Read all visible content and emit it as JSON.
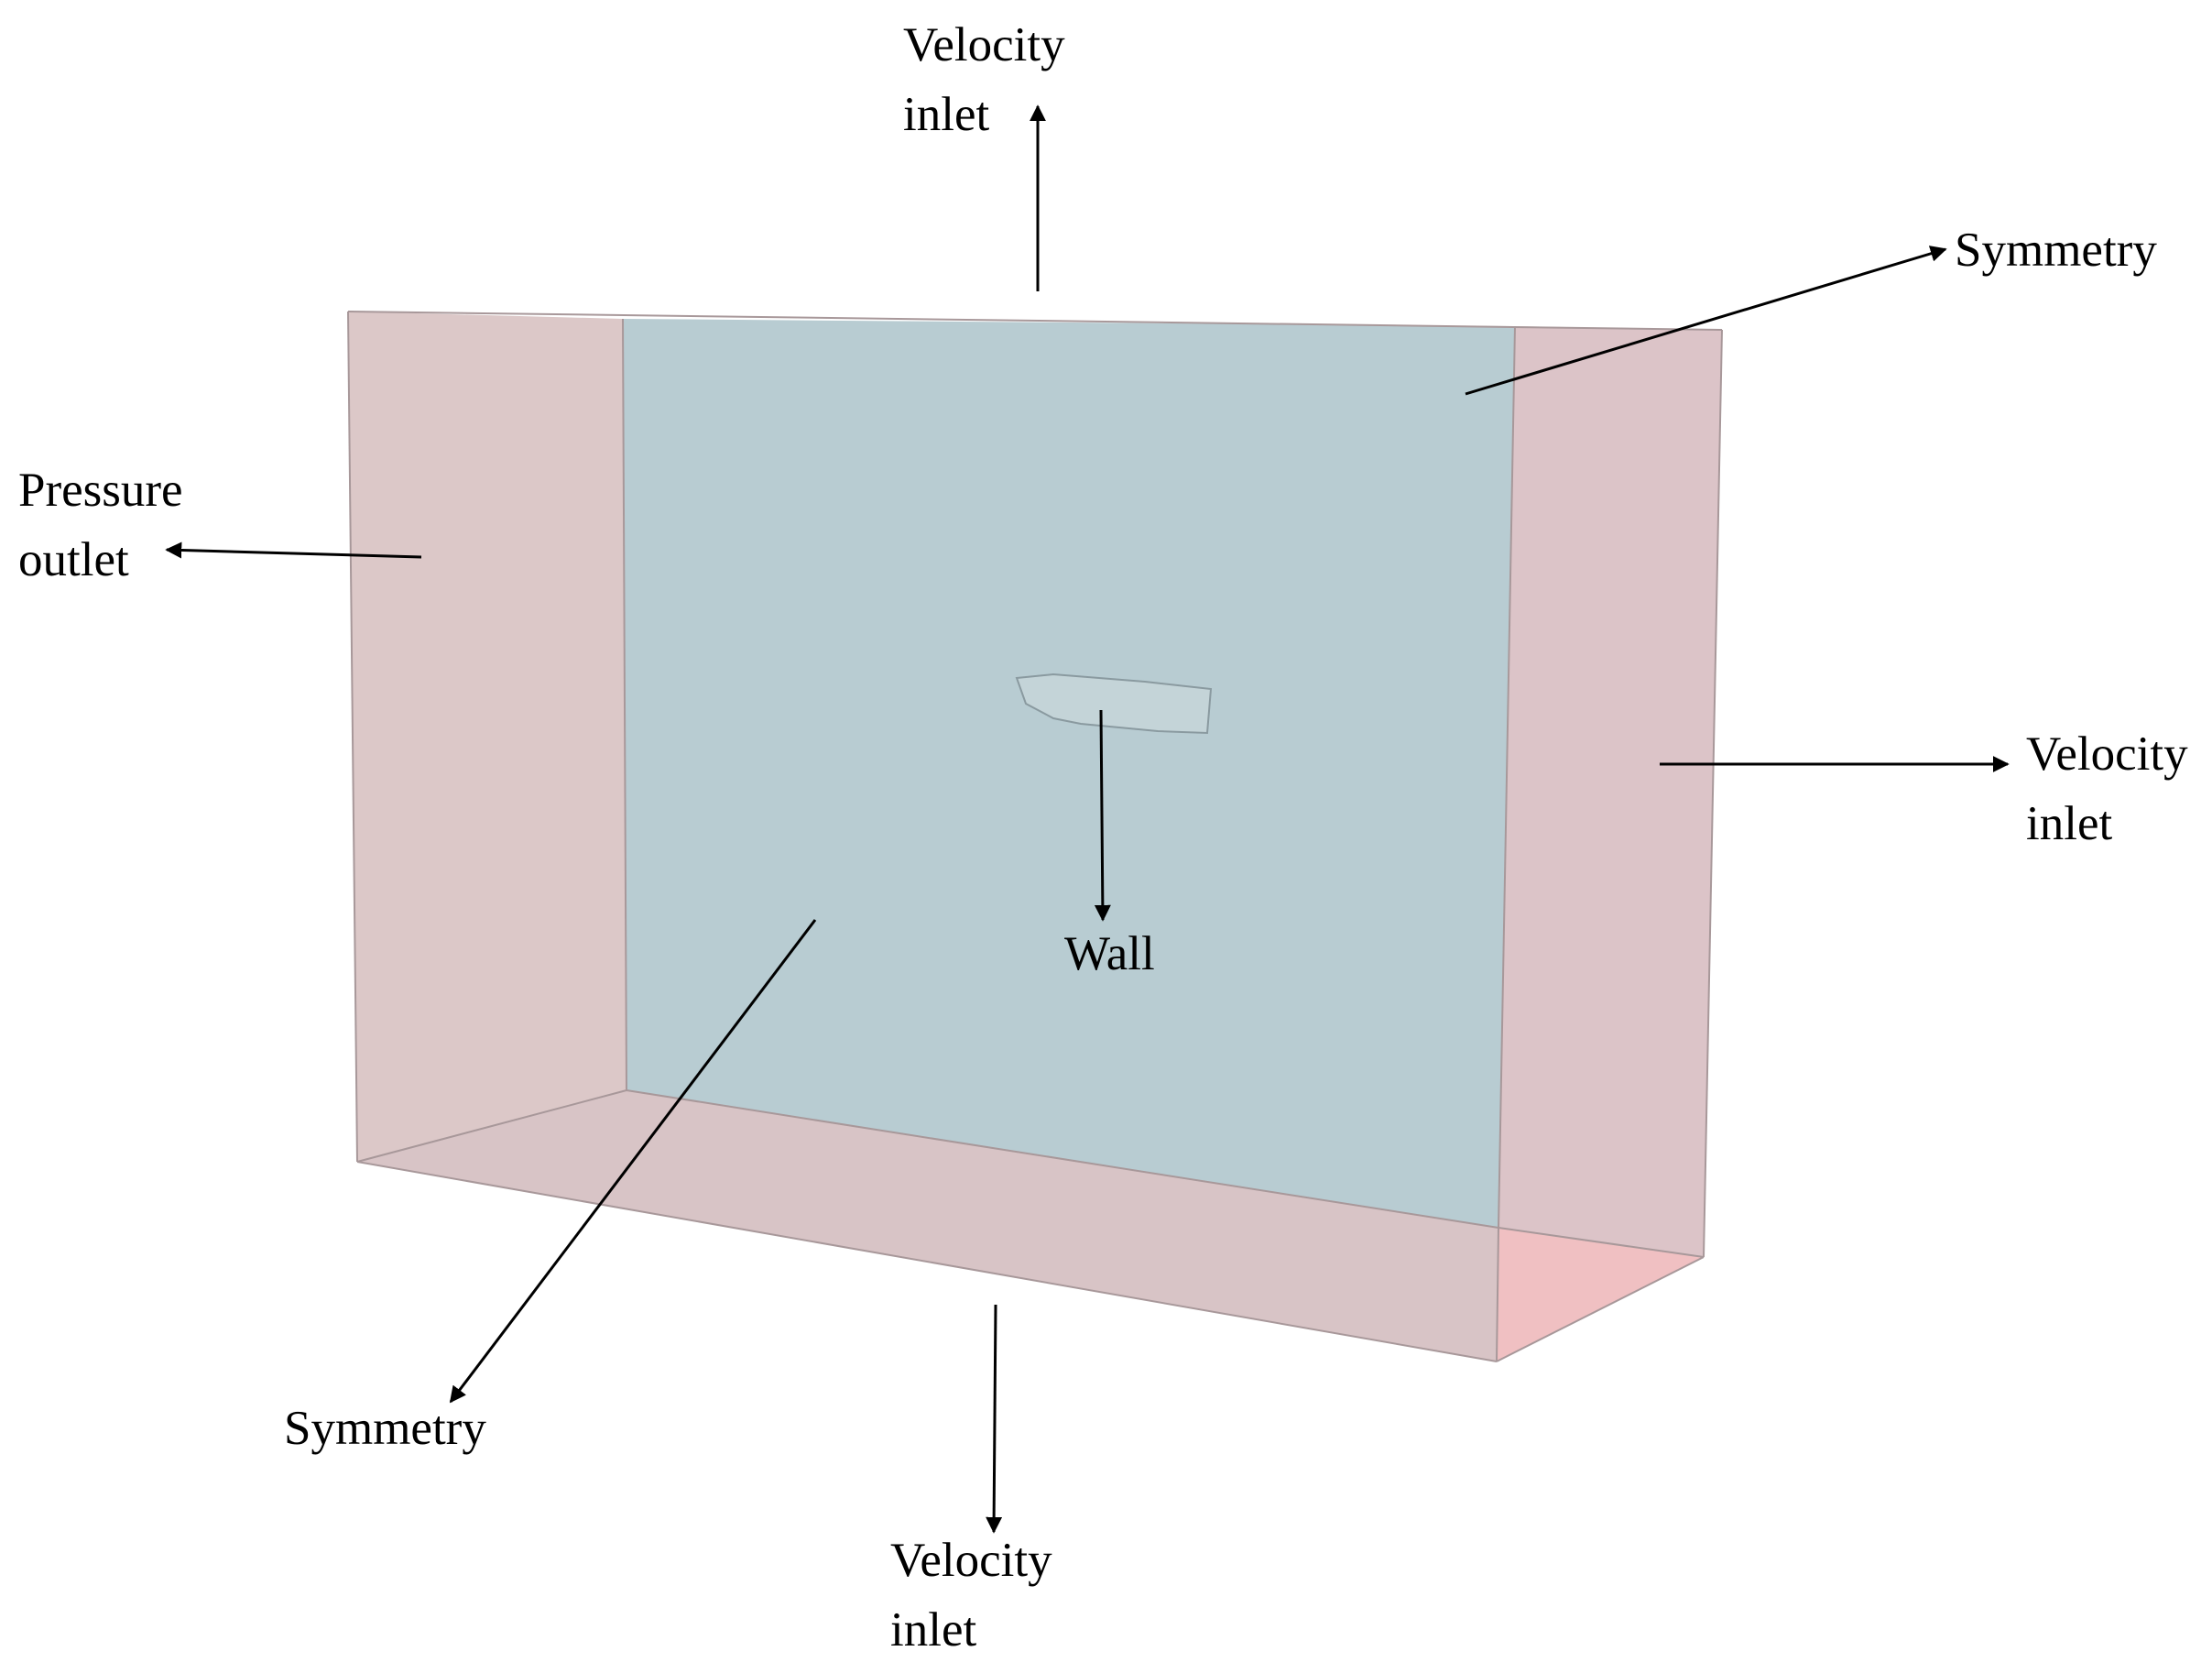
{
  "colors": {
    "background": "#ffffff",
    "side_face": "#dcc8c8",
    "side_face_right": "#dcc4c8",
    "back_face": "#b8ccd2",
    "bottom_face": "#d8c4c6",
    "corner_highlight": "#f0c0c2",
    "body_fill": "#c4d4d8",
    "edge": "#a8989a",
    "arrow": "#000000"
  },
  "labels": {
    "top_inlet": [
      "Velocity",
      "inlet"
    ],
    "symmetry_back": "Symmetry",
    "pressure_outlet": [
      "Pressure",
      "outlet"
    ],
    "right_inlet": [
      "Velocity",
      "inlet"
    ],
    "wall": "Wall",
    "symmetry_front": "Symmetry",
    "bottom_inlet": [
      "Velocity",
      "inlet"
    ]
  }
}
